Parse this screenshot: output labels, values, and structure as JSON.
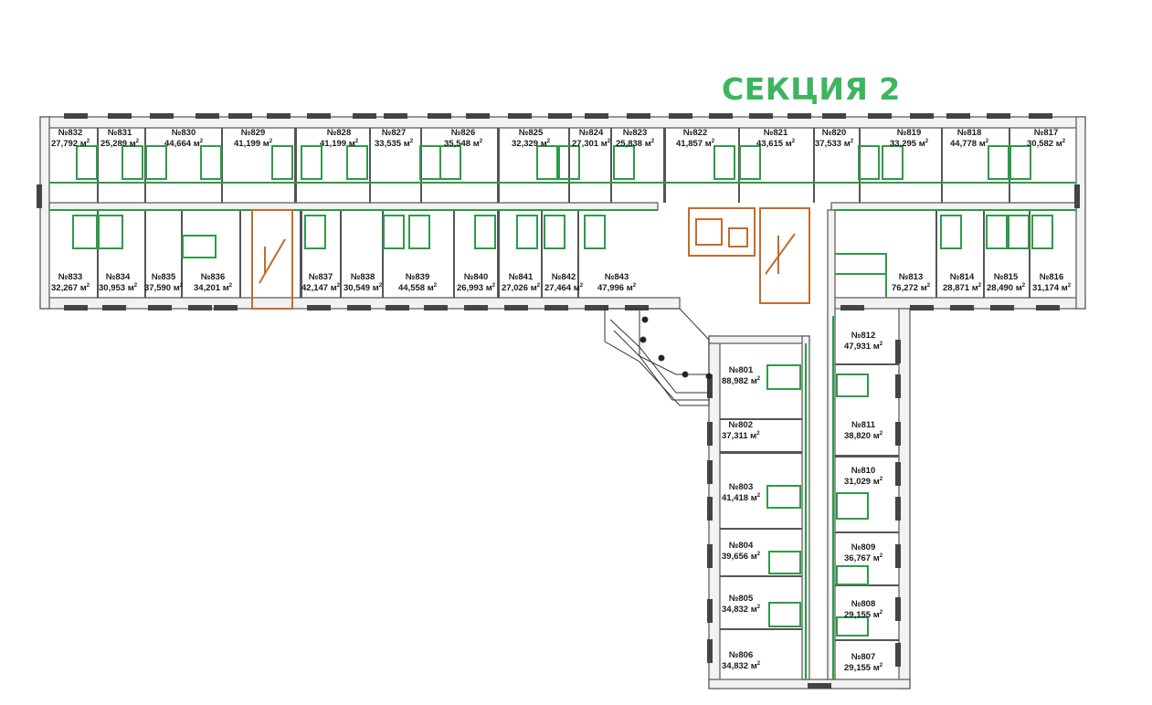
{
  "title": "СЕКЦИЯ 2",
  "colors": {
    "title": "#3cb55e",
    "partitions": "#2e9b46",
    "stairs": "#c96a2b",
    "walls": "#555555"
  },
  "area_unit": "м",
  "rooms_top_north": [
    {
      "num": "№832",
      "area": "27,792 м"
    },
    {
      "num": "№831",
      "area": "25,289 м"
    },
    {
      "num": "№830",
      "area": "44,664 м"
    },
    {
      "num": "№829",
      "area": "41,199 м"
    },
    {
      "num": "№828",
      "area": "41,199 м"
    },
    {
      "num": "№827",
      "area": "33,535 м"
    },
    {
      "num": "№826",
      "area": "35,548 м"
    },
    {
      "num": "№825",
      "area": "32,329 м"
    },
    {
      "num": "№824",
      "area": "27,301 м"
    },
    {
      "num": "№823",
      "area": "25,838 м"
    },
    {
      "num": "№822",
      "area": "41,857 м"
    },
    {
      "num": "№821",
      "area": "43,615 м"
    },
    {
      "num": "№820",
      "area": "37,533 м"
    },
    {
      "num": "№819",
      "area": "33,295 м"
    },
    {
      "num": "№818",
      "area": "44,778 м"
    },
    {
      "num": "№817",
      "area": "30,582 м"
    }
  ],
  "rooms_top_south": [
    {
      "num": "№833",
      "area": "32,267 м"
    },
    {
      "num": "№834",
      "area": "30,953 м"
    },
    {
      "num": "№835",
      "area": "37,590 м"
    },
    {
      "num": "№836",
      "area": "34,201 м"
    },
    {
      "num": "№837",
      "area": "42,147 м"
    },
    {
      "num": "№838",
      "area": "30,549 м"
    },
    {
      "num": "№839",
      "area": "44,558 м"
    },
    {
      "num": "№840",
      "area": "26,993 м"
    },
    {
      "num": "№841",
      "area": "27,026 м"
    },
    {
      "num": "№842",
      "area": "27,464 м"
    },
    {
      "num": "№843",
      "area": "47,996 м"
    },
    {
      "num": "№813",
      "area": "76,272 м"
    },
    {
      "num": "№814",
      "area": "28,871 м"
    },
    {
      "num": "№815",
      "area": "28,490 м"
    },
    {
      "num": "№816",
      "area": "31,174 м"
    }
  ],
  "rooms_wing_west": [
    {
      "num": "№801",
      "area": "88,982 м"
    },
    {
      "num": "№802",
      "area": "37,311 м"
    },
    {
      "num": "№803",
      "area": "41,418 м"
    },
    {
      "num": "№804",
      "area": "39,656 м"
    },
    {
      "num": "№805",
      "area": "34,832 м"
    },
    {
      "num": "№806",
      "area": "34,832 м"
    }
  ],
  "rooms_wing_east": [
    {
      "num": "№812",
      "area": "47,931 м"
    },
    {
      "num": "№811",
      "area": "38,820 м"
    },
    {
      "num": "№810",
      "area": "31,029 м"
    },
    {
      "num": "№809",
      "area": "36,767 м"
    },
    {
      "num": "№808",
      "area": "29,155 м"
    },
    {
      "num": "№807",
      "area": "29,155 м"
    }
  ]
}
